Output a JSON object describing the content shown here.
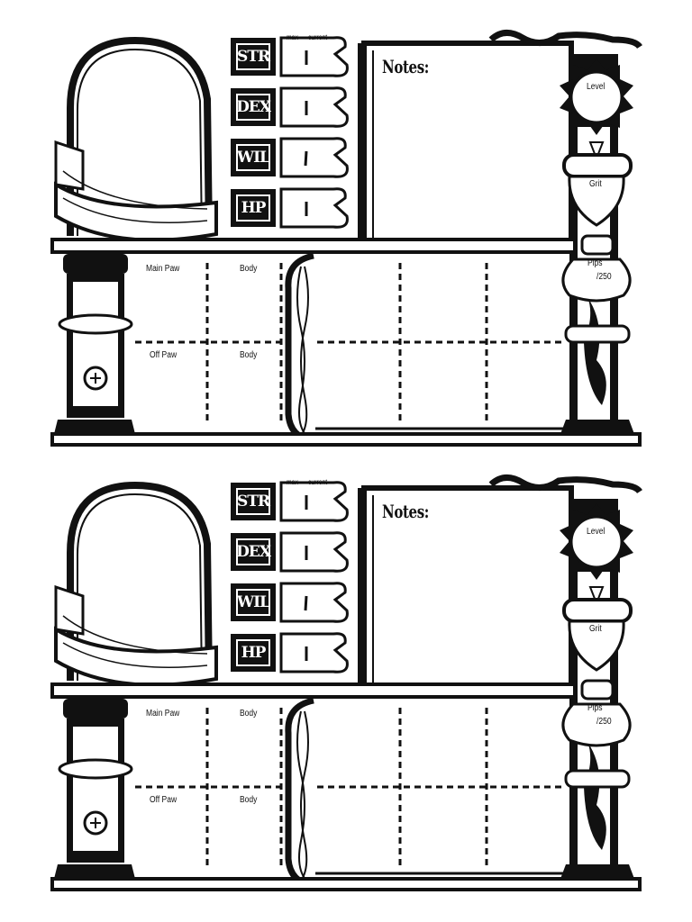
{
  "sheets": [
    {
      "columns": {
        "max": "max",
        "current": "current"
      },
      "stats": [
        "STR",
        "DEX",
        "WIL",
        "HP"
      ],
      "notes_title": "Notes:",
      "level_label": "Level",
      "grit_label": "Grit",
      "pips_label": "Pips",
      "pips_max": "/250",
      "inventory": {
        "main_paw": "Main Paw",
        "body_1": "Body",
        "off_paw": "Off Paw",
        "body_2": "Body"
      }
    },
    {
      "columns": {
        "max": "max",
        "current": "current"
      },
      "stats": [
        "STR",
        "DEX",
        "WIL",
        "HP"
      ],
      "notes_title": "Notes:",
      "level_label": "Level",
      "grit_label": "Grit",
      "pips_label": "Pips",
      "pips_max": "/250",
      "inventory": {
        "main_paw": "Main Paw",
        "body_1": "Body",
        "off_paw": "Off Paw",
        "body_2": "Body"
      }
    }
  ]
}
